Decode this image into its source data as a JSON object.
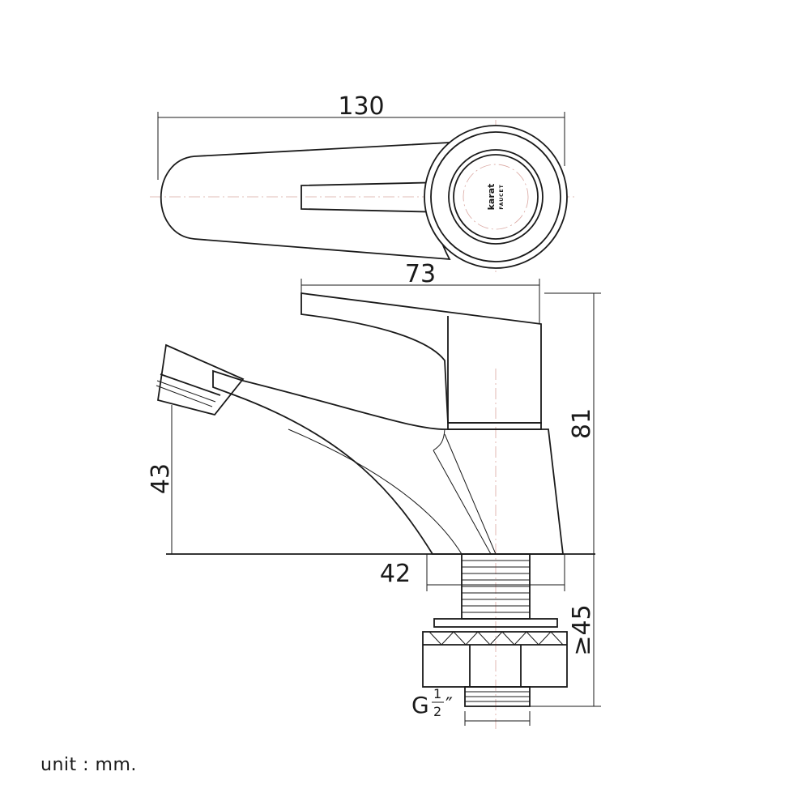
{
  "dimensions": {
    "overall_length": "130",
    "handle_length": "73",
    "height": "81",
    "spout_height": "43",
    "base_width": "42",
    "shank_length": "≥45",
    "thread_prefix": "G",
    "thread_num": "1",
    "thread_den": "2",
    "thread_suffix": "″"
  },
  "brand_mark": {
    "line1": "karat",
    "line2": "FAUCET"
  },
  "unit_note": "unit : mm."
}
